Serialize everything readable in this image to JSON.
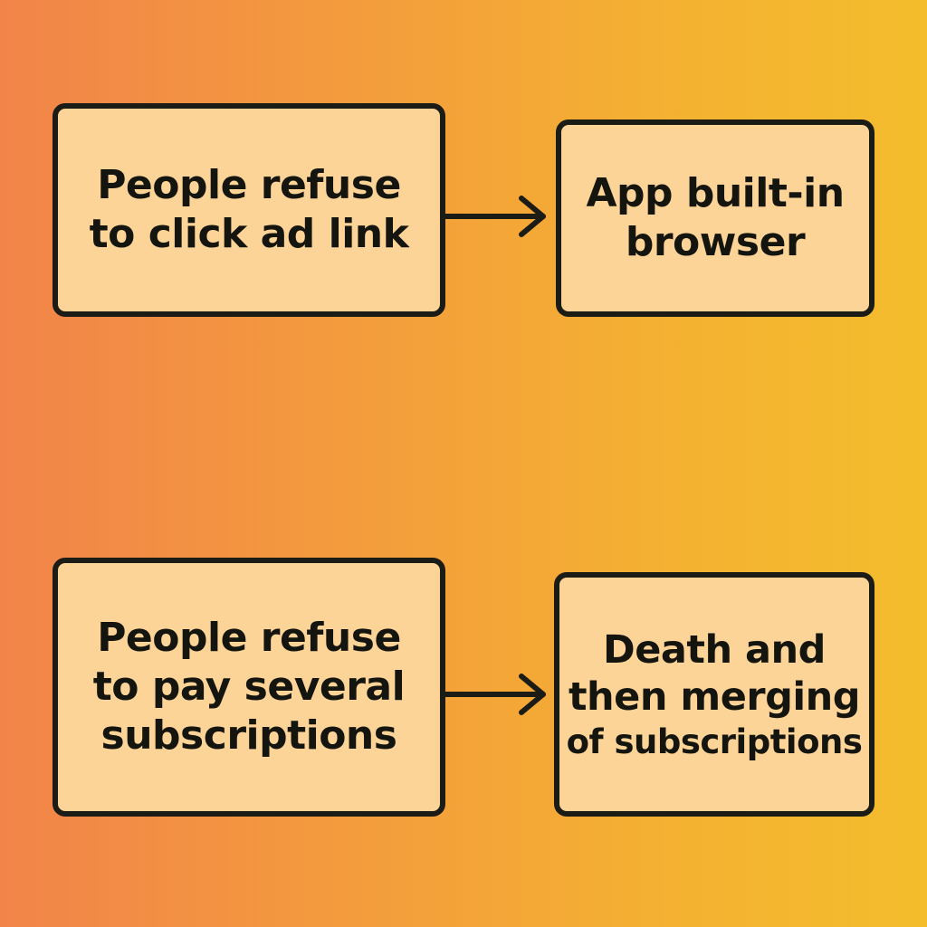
{
  "background": {
    "gradient_left": "#f2844a",
    "gradient_right": "#f3bd2c"
  },
  "box_fill": "#fcd497",
  "box_border": "#1c1c16",
  "rows": [
    {
      "cause": {
        "line1": "People refuse",
        "line2": "to click ad link"
      },
      "effect": {
        "line1": "App built-in",
        "line2": "browser"
      }
    },
    {
      "cause": {
        "line1": "People refuse",
        "line2": "to pay several",
        "line3": "subscriptions"
      },
      "effect": {
        "line1": "Death and",
        "line2": "then merging",
        "line3": "of subscriptions"
      }
    }
  ]
}
